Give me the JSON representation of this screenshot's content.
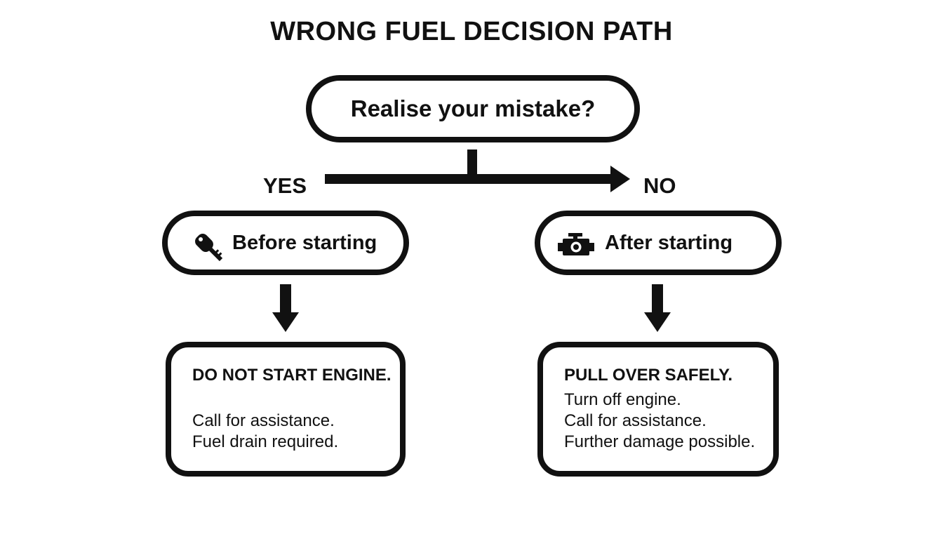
{
  "title": "WRONG FUEL DECISION PATH",
  "question": "Realise your mistake?",
  "branches": {
    "yes": {
      "label": "YES",
      "condition": "Before starting",
      "icon": "key-icon",
      "action_heading": "DO NOT START ENGINE.",
      "action_lines": [
        "Call for assistance.",
        "Fuel drain required."
      ]
    },
    "no": {
      "label": "NO",
      "condition": "After starting",
      "icon": "engine-icon",
      "action_heading": "PULL OVER SAFELY.",
      "action_lines": [
        "Turn off engine.",
        "Call for assistance.",
        "Further damage possible."
      ]
    }
  },
  "colors": {
    "ink": "#111111",
    "background": "#ffffff"
  }
}
